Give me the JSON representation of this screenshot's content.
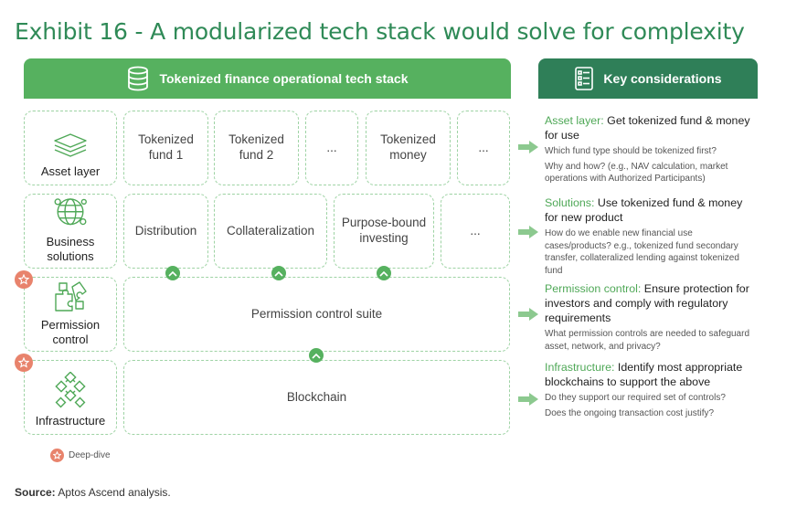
{
  "title": "Exhibit 16 - A modularized tech stack would solve for complexity",
  "left_header": "Tokenized finance operational tech stack",
  "right_header": "Key considerations",
  "layers": {
    "asset": {
      "label": "Asset layer",
      "cells": [
        "Tokenized fund 1",
        "Tokenized fund 2",
        "...",
        "Tokenized money",
        "..."
      ]
    },
    "business": {
      "label": "Business solutions",
      "cells": [
        "Distribution",
        "Collateralization",
        "Purpose-bound investing",
        "..."
      ]
    },
    "permission": {
      "label": "Permission control",
      "cell": "Permission control suite"
    },
    "infrastructure": {
      "label": "Infrastructure",
      "cell": "Blockchain"
    }
  },
  "considerations": [
    {
      "keyword": "Asset layer:",
      "text": " Get tokenized fund & money for use",
      "questions": [
        "Which fund type should be tokenized first?",
        "Why and how? (e.g., NAV calculation, market operations with Authorized Participants)"
      ]
    },
    {
      "keyword": "Solutions:",
      "text": " Use tokenized fund & money for new product",
      "questions": [
        "How do we enable new financial use cases/products? e.g., tokenized fund secondary transfer, collateralized lending against tokenized fund"
      ]
    },
    {
      "keyword": "Permission control:",
      "text": " Ensure protection for investors and comply with regulatory requirements",
      "questions": [
        "What permission controls are needed to safeguard asset, network, and privacy?"
      ]
    },
    {
      "keyword": "Infrastructure:",
      "text": " Identify most appropriate blockchains to support the above",
      "questions": [
        "Do they support our required set of controls?",
        "Does the ongoing transaction cost justify?"
      ]
    }
  ],
  "legend": "Deep-dive",
  "source_label": "Source:",
  "source_text": " Aptos Ascend analysis.",
  "colors": {
    "title_green": "#2f8a57",
    "header_green": "#56b15f",
    "header_dark_green": "#2f7f58",
    "dashed_border": "#9ed3a4",
    "star_orange": "#e8836c"
  },
  "icons": {
    "left_header": "database-icon",
    "right_header": "checklist-icon",
    "asset": "layers-icon",
    "business": "globe-network-icon",
    "permission": "puzzle-icon",
    "infrastructure": "blockchain-icon",
    "chevron": "chevron-up-icon",
    "arrow": "arrow-right-icon",
    "star": "star-icon"
  }
}
